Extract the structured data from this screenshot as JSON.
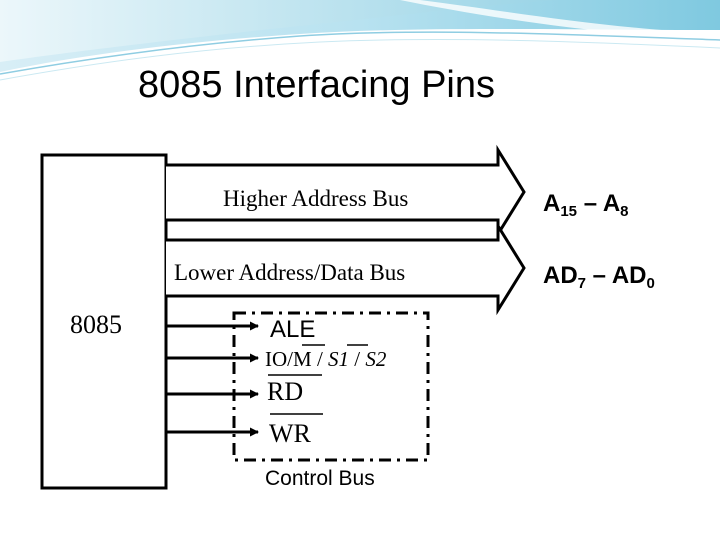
{
  "slide": {
    "title": "8085 Interfacing Pins",
    "chip_label": "8085",
    "buses": [
      {
        "label": "Higher Address Bus",
        "signal_a": "A",
        "sub_a": "15",
        "dash": " – ",
        "signal_b": "A",
        "sub_b": "8"
      },
      {
        "label": "Lower Address/Data Bus",
        "signal_a": "AD",
        "sub_a": "7",
        "dash": " – ",
        "signal_b": "AD",
        "sub_b": "0"
      }
    ],
    "control": {
      "signals": {
        "ale": "ALE",
        "iom_io": "IO/",
        "iom_m": "M",
        "s1_sep": " / ",
        "s1": "S1",
        "s2": "S2",
        "rd": "RD",
        "wr": "WR"
      },
      "label": "Control Bus"
    }
  },
  "colors": {
    "banner_light": "#e6f5fa",
    "banner_mid": "#9ad4e6",
    "banner_dark": "#5fb8d4",
    "line": "#000000"
  }
}
